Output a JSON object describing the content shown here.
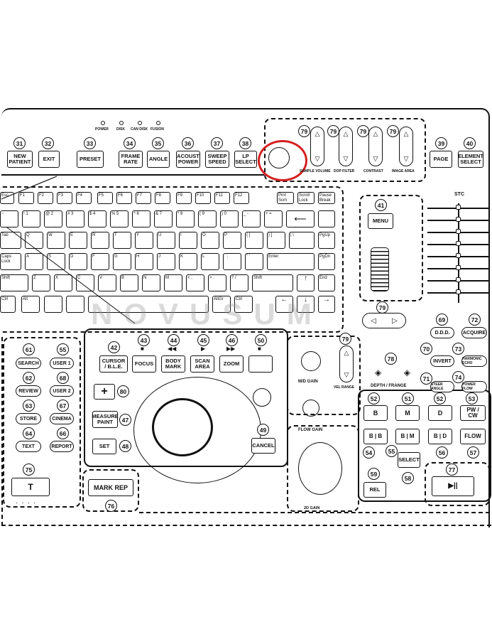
{
  "top_row": {
    "leds": [
      "POWER",
      "DISK",
      "CAN DISK",
      "FUSION"
    ],
    "buttons": [
      {
        "num": "31",
        "label": "NEW PATIENT"
      },
      {
        "num": "32",
        "label": "EXIT"
      },
      {
        "num": "33",
        "label": "PRESET"
      },
      {
        "num": "34",
        "label": "FRAME RATE"
      },
      {
        "num": "35",
        "label": "ANGLE"
      },
      {
        "num": "36",
        "label": "ACOUST POWER"
      },
      {
        "num": "37",
        "label": "SWEEP SPEED"
      },
      {
        "num": "38",
        "label": "LP SELECT"
      }
    ]
  },
  "rockers": [
    {
      "num": "79",
      "label": "SAMPLE VOLUME"
    },
    {
      "num": "79",
      "label": "DOP FILTER"
    },
    {
      "num": "79",
      "label": "CONTRAST"
    },
    {
      "num": "79",
      "label": "IMAGE AREA"
    }
  ],
  "right_top": [
    {
      "num": "39",
      "label": "PAGE"
    },
    {
      "num": "40",
      "label": "ELEMENT SELECT"
    }
  ],
  "menu": {
    "num": "41",
    "label": "MENU"
  },
  "stc_label": "STC",
  "keyboard": {
    "row1": [
      "Esc",
      "F1",
      "F2",
      "F3",
      "F4",
      "F5",
      "F6",
      "F7",
      "F8",
      "F9",
      "F10",
      "F11",
      "F12",
      "Prnt Scrn",
      "Scroll Lock",
      "Pause Break"
    ],
    "row2": [
      "~",
      "! 1",
      "@ 2",
      "# 3",
      "$ 4",
      "% 5",
      "^ 6",
      "& 7",
      "* 8",
      "( 9",
      ") 0",
      "_ -",
      "+ ="
    ],
    "row3": [
      "Tab",
      "Q",
      "W",
      "E",
      "R",
      "T",
      "Y",
      "U",
      "I",
      "O",
      "P",
      "{ [",
      "} ]",
      "| \\",
      "PgUp"
    ],
    "row4": [
      "Caps Lock",
      "A",
      "S",
      "D",
      "F",
      "G",
      "H",
      "J",
      "K",
      "L",
      ": ;",
      "\" '",
      "Enter",
      "PgDn"
    ],
    "row5": [
      "Shift",
      "Z",
      "X",
      "C",
      "V",
      "B",
      "N",
      "M",
      "< ,",
      "> .",
      "? /",
      "Shift",
      "↑",
      "End"
    ],
    "row6": [
      "Ctrl",
      "Alt",
      "",
      "",
      "",
      "",
      "",
      "",
      "AltGr",
      "Ctrl",
      "←",
      "↓",
      "→"
    ]
  },
  "left_panel": {
    "items": [
      {
        "num": "61",
        "label": "SEARCH"
      },
      {
        "num": "55",
        "label": "USER 1"
      },
      {
        "num": "62",
        "label": "REVIEW"
      },
      {
        "num": "68",
        "label": "USER 2"
      },
      {
        "num": "63",
        "label": "STORE"
      },
      {
        "num": "67",
        "label": "CINEMA"
      },
      {
        "num": "64",
        "label": "TEXT"
      },
      {
        "num": "66",
        "label": "REPORT"
      }
    ],
    "t_num": "75",
    "t_label": "T"
  },
  "center_panel": {
    "buttons": [
      {
        "num": "42",
        "label": "CURSOR / B.L.E."
      },
      {
        "num": "43",
        "label": "FOCUS",
        "icon": "■"
      },
      {
        "num": "44",
        "label": "BODY MARK",
        "icon": "◀◀"
      },
      {
        "num": "45",
        "label": "SCAN AREA",
        "icon": "▶"
      },
      {
        "num": "46",
        "label": "ZOOM",
        "icon": "▶▶"
      },
      {
        "num": "50",
        "label": "",
        "icon": "■"
      }
    ],
    "plus": {
      "num": "80",
      "label": "+"
    },
    "measure": {
      "num": "47",
      "label": "MEASURE PAINT"
    },
    "set": {
      "num": "48",
      "label": "SET"
    },
    "cancel": {
      "num": "49",
      "label": "CANCEL"
    }
  },
  "mark_rep": {
    "num": "76",
    "label": "MARK REP"
  },
  "gain": {
    "mm_label": "M/D GAIN",
    "vel_label": "VEL RANGE",
    "flow_label": "FLOW GAIN",
    "bottom_label": "2D GAIN"
  },
  "depth_focus": {
    "num": "78",
    "label": "DEPTH / FRANGE"
  },
  "wheel_num": "79",
  "right_side": [
    {
      "num": "69",
      "label": "D.D.D."
    },
    {
      "num": "72",
      "label": "ACQUIRE"
    },
    {
      "num": "70",
      "label": "INVERT"
    },
    {
      "num": "73",
      "label": "HARMONIC ECHO"
    },
    {
      "num": "71",
      "label": "STEER ANGLE"
    },
    {
      "num": "74",
      "label": "POWER FLOW"
    }
  ],
  "mode_grid": {
    "row1": [
      {
        "num": "52",
        "label": "B"
      },
      {
        "num": "51",
        "label": "M"
      },
      {
        "num": "52",
        "label": "D"
      },
      {
        "num": "53",
        "label": "PW / CW"
      }
    ],
    "row2": [
      {
        "num": "54",
        "label": "B | B"
      },
      {
        "label": "B | M"
      },
      {
        "num": "56",
        "label": "B | D"
      },
      {
        "num": "57",
        "label": "FLOW"
      }
    ],
    "select": {
      "num": "55",
      "label": "SELECT"
    },
    "rel": {
      "num": "59",
      "label": "REL"
    },
    "n58": "58"
  },
  "freeze": {
    "num": "77",
    "label": "▶||"
  },
  "watermark": "NOVUSUM"
}
